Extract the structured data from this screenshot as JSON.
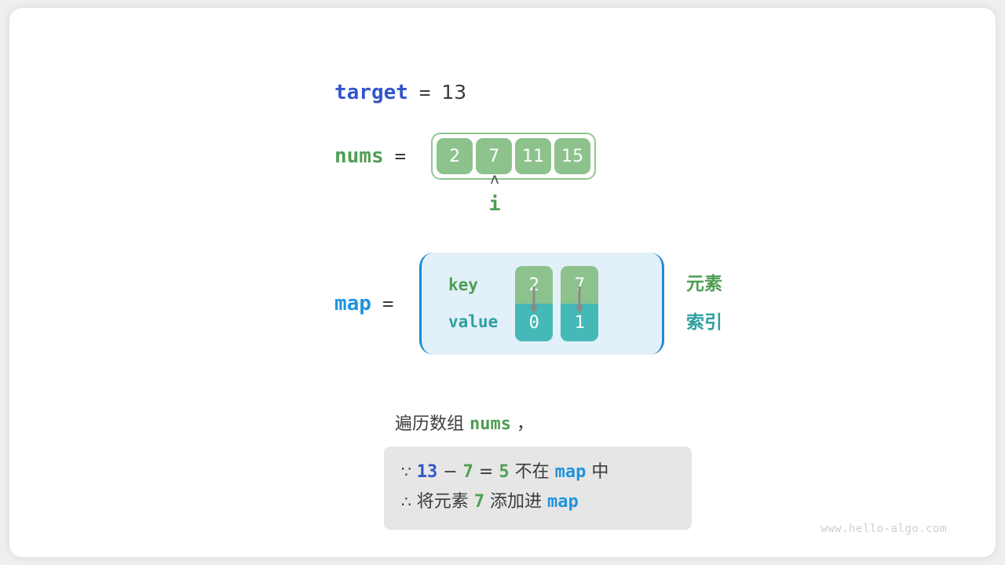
{
  "watermark": "www.hello-algo.com",
  "colors": {
    "indigo": "#3355cc",
    "green": "#4f9e54",
    "blue": "#1f94dd",
    "teal": "#2f9e9e",
    "cell_green": "#8dc28d",
    "cell_teal": "#45b8b8",
    "map_bg": "#e2f0fa",
    "map_border": "#1f8ad0",
    "note_bg": "#e6e6e6",
    "array_border": "#8fc793"
  },
  "target": {
    "label": "target",
    "equals": "=",
    "value": "13"
  },
  "nums": {
    "label": "nums",
    "equals": "=",
    "values": [
      "2",
      "7",
      "11",
      "15"
    ]
  },
  "pointer": {
    "caret": "ʌ",
    "label": "i",
    "index": 1
  },
  "map": {
    "label": "map",
    "equals": "=",
    "row_labels": {
      "key": "key",
      "value": "value"
    },
    "entries": [
      {
        "key": "2",
        "value": "0"
      },
      {
        "key": "7",
        "value": "1"
      }
    ],
    "side_labels": {
      "element": "元素",
      "index": "索引"
    }
  },
  "caption": {
    "prefix": "遍历数组 ",
    "var": "nums",
    "suffix": " ，"
  },
  "note": {
    "line1": {
      "symbol": "∵",
      "a": "13",
      "minus": "−",
      "b": "7",
      "eq": "=",
      "result": "5",
      "mid": "不在",
      "map": "map",
      "tail": "中"
    },
    "line2": {
      "symbol": "∴",
      "pre": "将元素",
      "num": "7",
      "mid": "添加进",
      "map": "map"
    }
  }
}
